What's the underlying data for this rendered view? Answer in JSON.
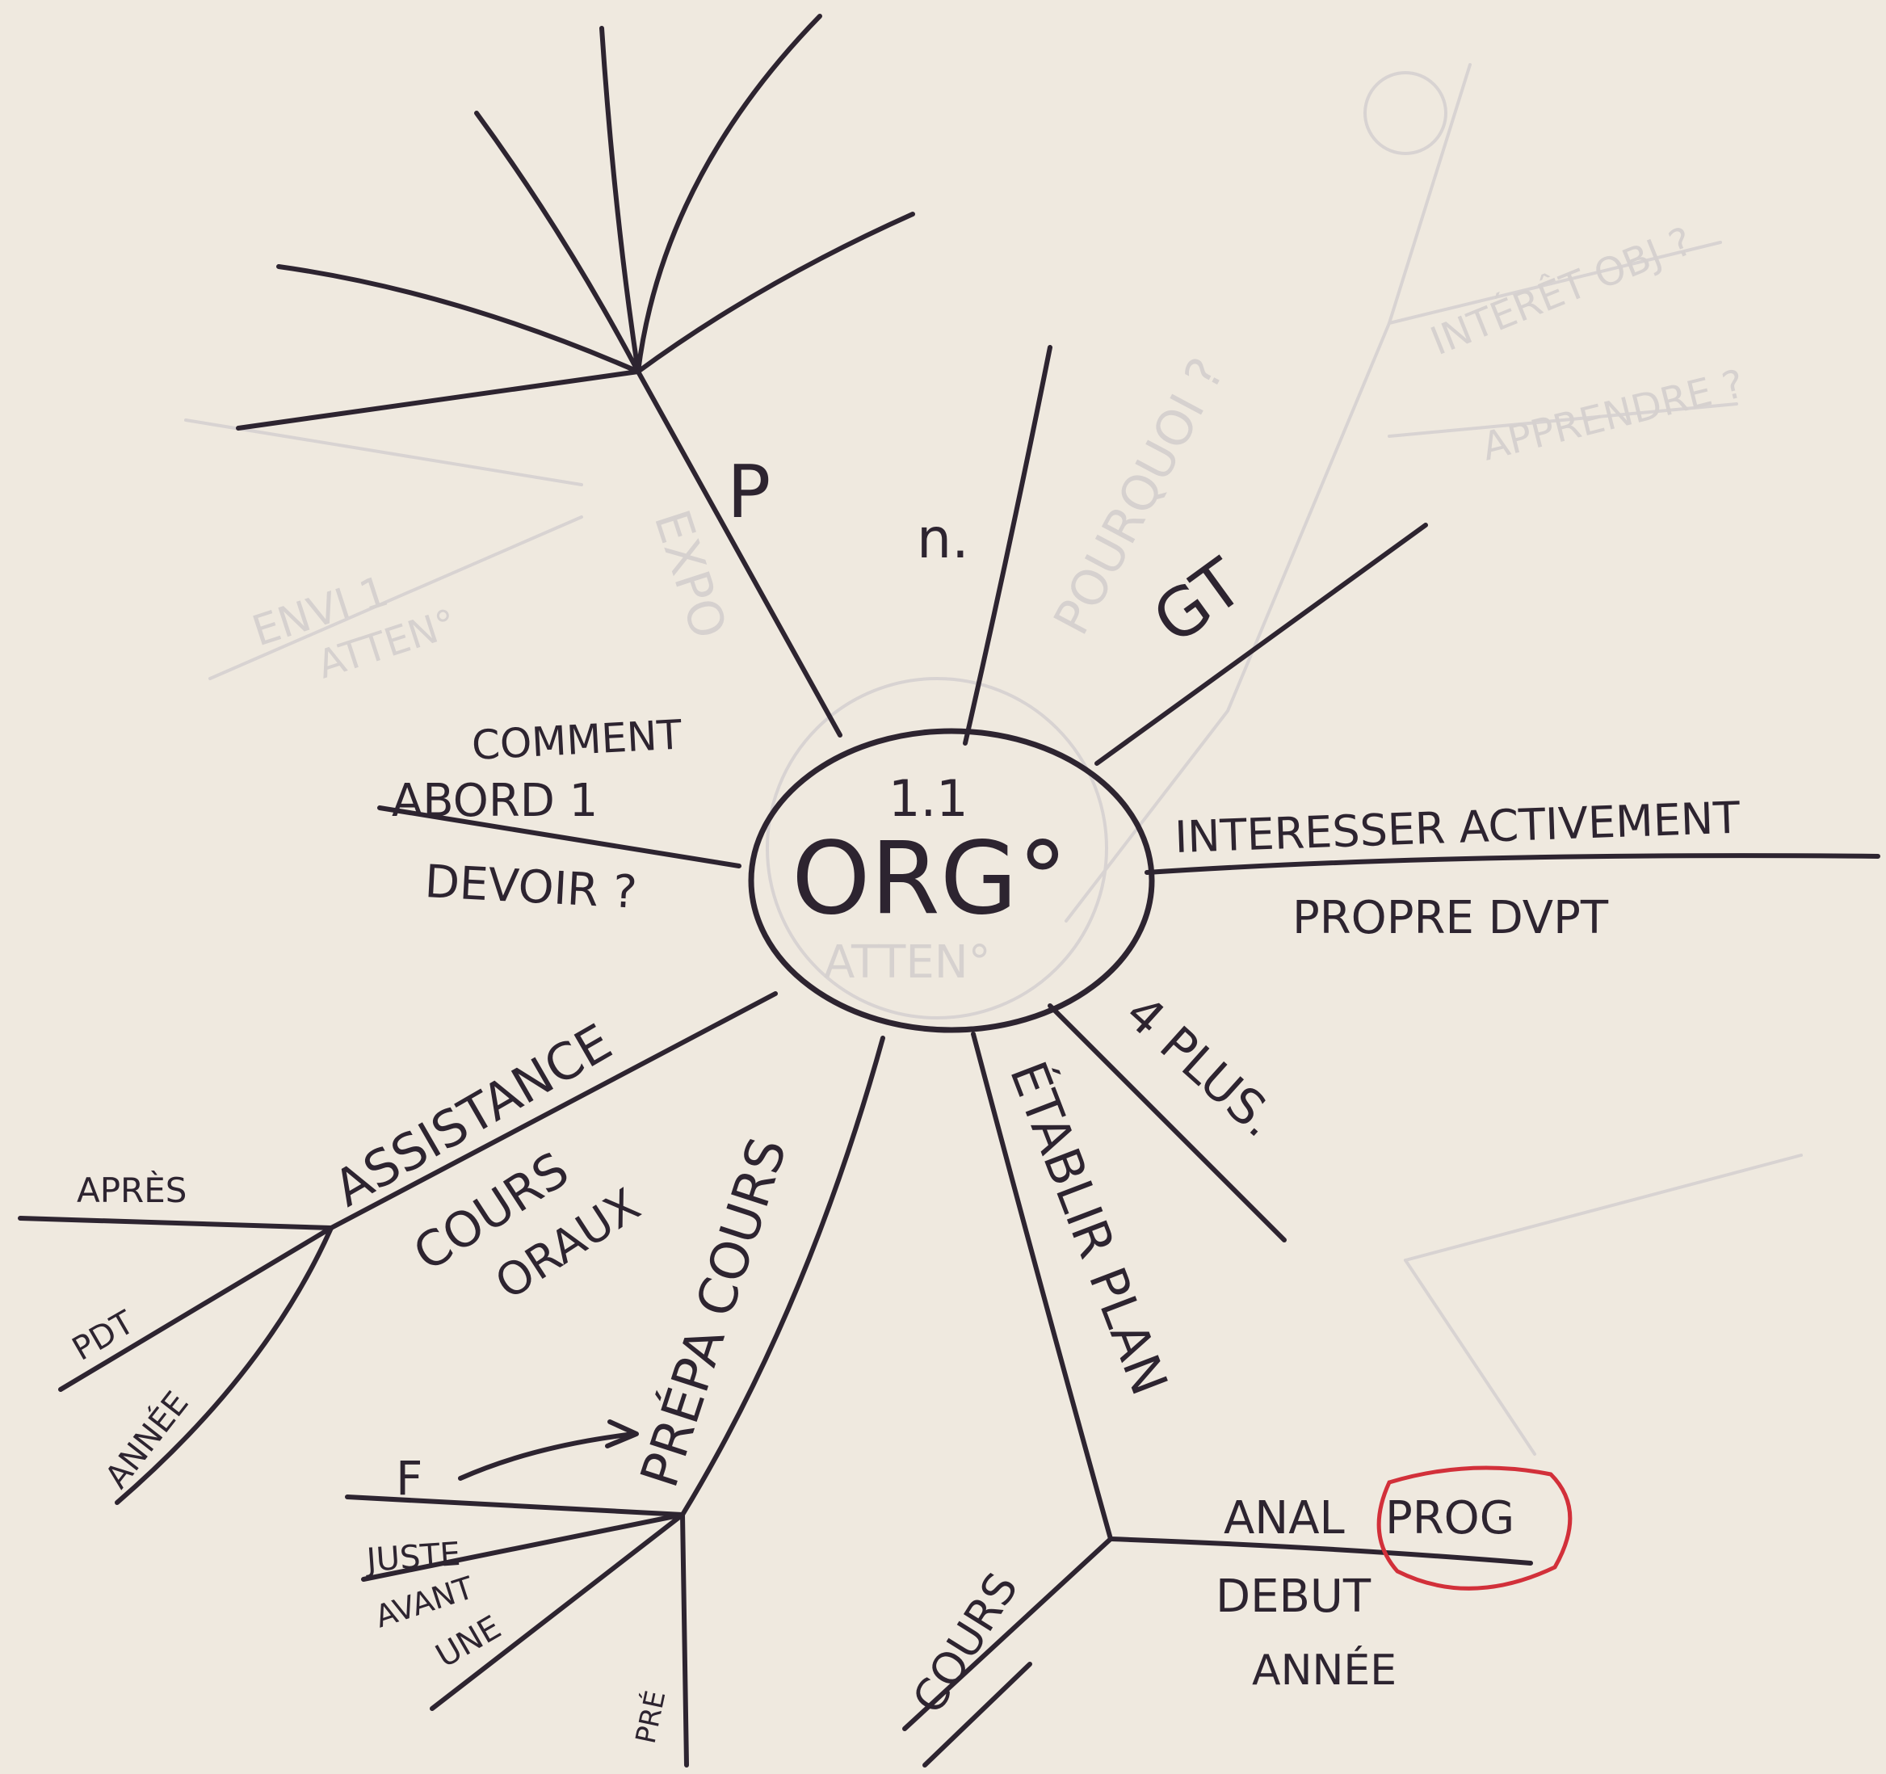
{
  "paper_color": "#efe9df",
  "ink_color": "#2d2430",
  "highlight_color": "#d2303a",
  "center": {
    "number": "1.1",
    "title": "ORG°"
  },
  "branches": {
    "p": "P",
    "n": "n.",
    "gt": "GT",
    "interesser": "INTERESSER ACTIVEMENT",
    "propre": "PROPRE DVPT",
    "plus": "4 PLUS.",
    "etablir": "ÉTABLIR PLAN",
    "anal": "ANAL",
    "prog": "PROG",
    "debut": "DEBUT",
    "annee_debut": "ANNÉE",
    "cours_plan": "COURS",
    "prepa": "PRÉPA COURS",
    "f": "F",
    "juste": "JUSTE",
    "avant": "AVANT",
    "une": "UNE",
    "pre": "PRÉ",
    "assistance": "ASSISTANCE",
    "cours_oraux_1": "COURS",
    "cours_oraux_2": "ORAUX",
    "apres": "APRÈS",
    "pdt": "PDT",
    "annee_assist": "ANNÉE",
    "comment": "COMMENT",
    "abord": "ABORD 1",
    "devoir": "DEVOIR ?"
  },
  "show_through": {
    "pourquoi": "POURQUOI ?",
    "interet": "INTÉRÊT OBJ ?",
    "apprendre": "APPRENDRE ?",
    "env": "ENVI 1",
    "atten": "ATTEN°",
    "expo": "EXPO",
    "atten_center": "ATTEN°"
  }
}
